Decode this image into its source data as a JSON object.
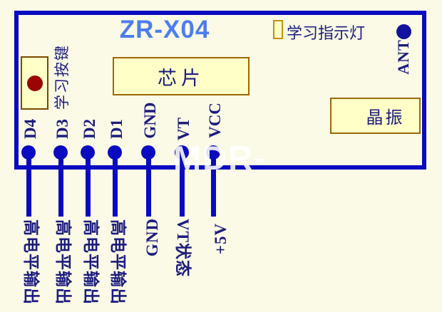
{
  "module": {
    "title": "ZR-X04",
    "chip_label": "芯片",
    "crystal_label": "晶振",
    "led_label": "学习指示灯",
    "button_label": "学习按键",
    "ant_label": "ANT"
  },
  "pins": [
    {
      "name": "D4",
      "bottom_label": "高电平输出"
    },
    {
      "name": "D3",
      "bottom_label": "高电平输出"
    },
    {
      "name": "D2",
      "bottom_label": "高电平输出"
    },
    {
      "name": "D1",
      "bottom_label": "高电平输出"
    },
    {
      "name": "GND",
      "bottom_label": "GND"
    },
    {
      "name": "VT",
      "bottom_label": "VT状态"
    },
    {
      "name": "VCC",
      "bottom_label": "+5V"
    }
  ],
  "watermark": "MDR-",
  "colors": {
    "background": "#fafae6",
    "board_blue": "#0a0ac0",
    "title_blue": "#4d7df2",
    "label_navy": "#1c1c7e",
    "box_yellow": "#ffffc8",
    "box_border_brown": "#9a6a00",
    "button_red": "#9b0404",
    "watermark_white": "#ffffff"
  }
}
